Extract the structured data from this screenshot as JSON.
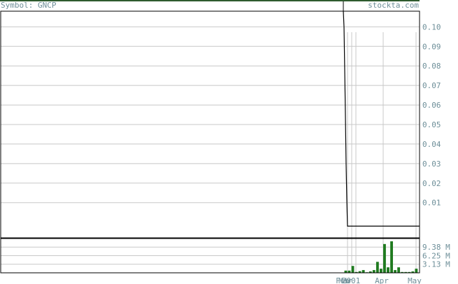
{
  "header": {
    "symbol_label": "Symbol: GNCP",
    "site_label": "stockta.com"
  },
  "colors": {
    "text": "#6e8f99",
    "grid": "#c8c8c8",
    "frame": "#000000",
    "price_line": "#000000",
    "volume_bar": "#1f7a1f",
    "header_rule": "#2e5b2e"
  },
  "chart_data": [
    {
      "type": "line",
      "title": "",
      "xlabel": "",
      "ylabel": "",
      "ylim": [
        -0.008,
        0.108
      ],
      "y_ticks": [
        "0.10",
        "0.09",
        "0.08",
        "0.07",
        "0.06",
        "0.05",
        "0.04",
        "0.03",
        "0.02",
        "0.01"
      ],
      "x_ticks": [
        "Feb",
        "Mar",
        "2001",
        "Apr",
        "May"
      ],
      "grid": true,
      "series": [
        {
          "values": [
            0.108,
            0.1,
            0.078,
            0.055,
            0.03,
            0.012,
            -0.002,
            -0.002,
            -0.002,
            -0.002,
            -0.002,
            -0.002,
            -0.002,
            -0.002,
            -0.002,
            -0.002,
            -0.002,
            -0.002,
            -0.002,
            -0.002,
            -0.002,
            -0.002,
            -0.002,
            -0.002,
            -0.002,
            -0.002,
            -0.002,
            -0.002,
            -0.002,
            -0.002,
            -0.002,
            -0.002,
            -0.002,
            -0.002,
            -0.002,
            -0.002,
            -0.002,
            -0.002,
            -0.002,
            -0.002,
            -0.002,
            -0.002,
            -0.002,
            -0.002,
            -0.002,
            -0.002,
            -0.002,
            -0.002,
            -0.002,
            -0.002,
            -0.002,
            -0.002,
            -0.002,
            -0.002,
            -0.002,
            -0.002,
            -0.002,
            -0.002,
            -0.002,
            -0.002,
            -0.002,
            -0.002,
            -0.002,
            -0.002,
            -0.002,
            -0.002,
            -0.002,
            -0.002,
            -0.002,
            -0.002,
            -0.002,
            -0.002,
            -0.002,
            -0.002,
            -0.002,
            -0.002,
            -0.002,
            -0.002,
            -0.002,
            -0.002,
            -0.002,
            -0.002,
            -0.002,
            -0.002,
            -0.002,
            -0.002,
            -0.002,
            -0.002,
            -0.002,
            -0.002,
            -0.002,
            -0.002,
            -0.002,
            -0.002,
            -0.002,
            -0.002,
            -0.002,
            -0.002,
            -0.002,
            -0.002,
            -0.002,
            -0.002,
            -0.002,
            -0.002,
            -0.002,
            -0.002,
            -0.002,
            -0.002,
            -0.002,
            -0.002,
            -0.002
          ]
        }
      ]
    },
    {
      "type": "bar",
      "title": "",
      "xlabel": "",
      "ylabel": "",
      "ylim": [
        0,
        12.5
      ],
      "y_ticks": [
        "9.38 M",
        "6.25 M",
        "3.13 M"
      ],
      "grid": true,
      "values": [
        0.8,
        0.8,
        2.5,
        0.3,
        0.6,
        1.0,
        0.2,
        0.5,
        1.0,
        4.0,
        1.5,
        10.5,
        2.0,
        11.5,
        1.0,
        2.0,
        0.3,
        0.3,
        0.3,
        0.5,
        1.5
      ]
    }
  ]
}
